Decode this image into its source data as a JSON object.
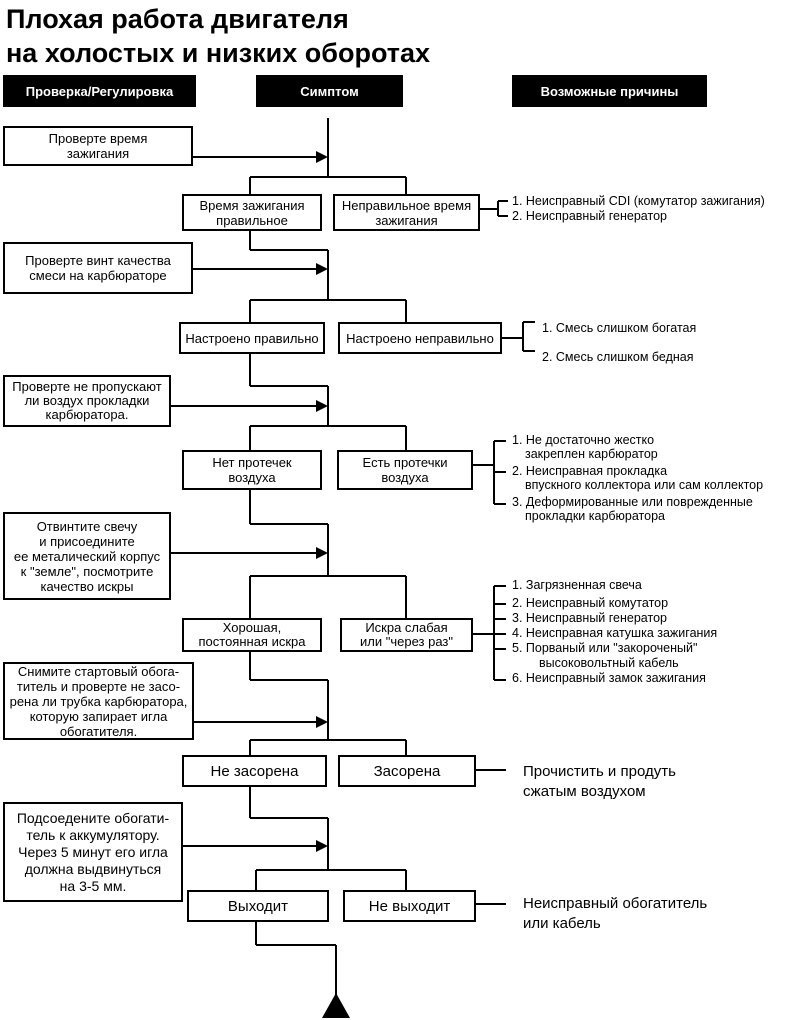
{
  "title": {
    "line1": "Плохая работа двигателя",
    "line2": "на холостых и низких оборотах"
  },
  "headers": {
    "check": "Проверка/Регулировка",
    "symptom": "Симптом",
    "causes": "Возможные причины"
  },
  "steps": [
    {
      "check": [
        "Проверте время",
        "зажигания"
      ],
      "ok": [
        "Время зажигания",
        "правильное"
      ],
      "bad": [
        "Неправильное время",
        "зажигания"
      ],
      "causes": [
        [
          "1. Неисправный CDI (комутатор зажигания)"
        ],
        [
          "2. Неисправный генератор"
        ]
      ]
    },
    {
      "check": [
        "Проверте винт качества",
        "смеси на карбюраторе"
      ],
      "ok": [
        "Настроено правильно"
      ],
      "bad": [
        "Настроено неправильно"
      ],
      "causes": [
        [
          "1. Смесь слишком богатая"
        ],
        [
          "2. Смесь слишком бедная"
        ]
      ]
    },
    {
      "check": [
        "Проверте не пропускают",
        "ли воздух прокладки",
        "карбюратора."
      ],
      "ok": [
        "Нет протечек",
        "воздуха"
      ],
      "bad": [
        "Есть протечки",
        "воздуха"
      ],
      "causes": [
        [
          "1. Не достаточно жестко",
          "закреплен карбюратор"
        ],
        [
          "2. Неисправная прокладка",
          "впускного коллектора или сам коллектор"
        ],
        [
          "3. Деформированные или поврежденные",
          "прокладки карбюратора"
        ]
      ]
    },
    {
      "check": [
        "Отвинтите свечу",
        "и присоедините",
        "ее металический корпус",
        "к \"земле\", посмотрите",
        "качество искры"
      ],
      "ok": [
        "Хорошая,",
        "постоянная искра"
      ],
      "bad": [
        "Искра слабая",
        "или \"через раз\""
      ],
      "causes": [
        [
          "1. Загрязненная свеча"
        ],
        [
          "2. Неисправный комутатор"
        ],
        [
          "3. Неисправный генератор"
        ],
        [
          "4. Неисправная катушка зажигания"
        ],
        [
          "5. Порваный или \"закороченый\"",
          "высоковольтный кабель"
        ],
        [
          "6. Неисправный замок зажигания"
        ]
      ]
    },
    {
      "check": [
        "Снимите стартовый обога-",
        "титель и проверте не засо-",
        "рена ли трубка карбюратора,",
        "которую запирает игла",
        "обогатителя."
      ],
      "ok": [
        "Не засорена"
      ],
      "bad": [
        "Засорена"
      ],
      "remedy": [
        "Прочистить и продуть",
        "сжатым воздухом"
      ]
    },
    {
      "check": [
        "Подсоедените обогати-",
        "тель к аккумулятору.",
        "Через 5 минут его игла",
        "должна выдвинуться",
        "на 3-5 мм."
      ],
      "ok": [
        "Выходит"
      ],
      "bad": [
        "Не выходит"
      ],
      "remedy": [
        "Неисправный обогатитель",
        "или кабель"
      ]
    }
  ]
}
